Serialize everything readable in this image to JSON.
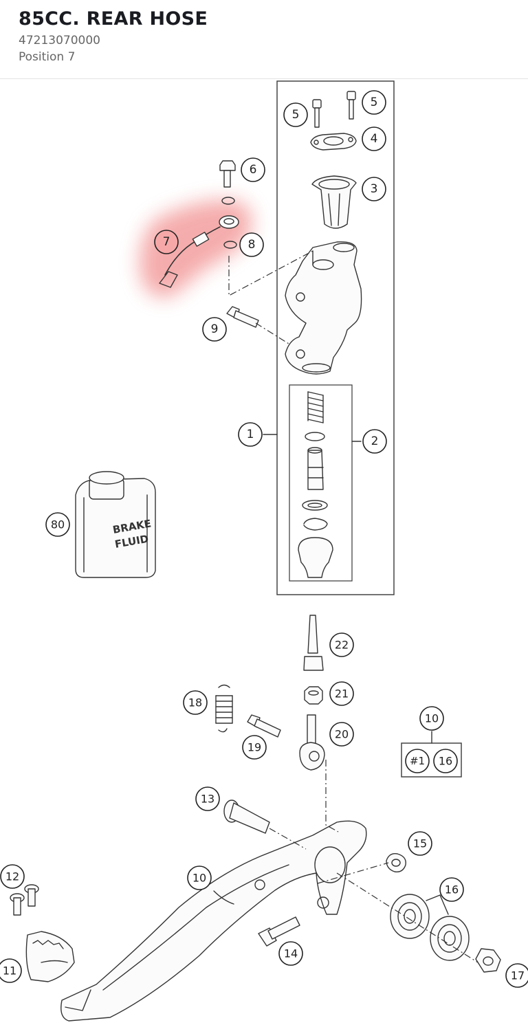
{
  "header": {
    "title": "85CC. REAR HOSE",
    "part_number": "47213070000",
    "position": "Position 7"
  },
  "highlight": {
    "position_label": "7",
    "color": "#f08080"
  },
  "fluid_label": {
    "line1": "BRAKE",
    "line2": "FLUID"
  },
  "callouts": {
    "c1": "1",
    "c2": "2",
    "c3": "3",
    "c4": "4",
    "c5a": "5",
    "c5b": "5",
    "c6": "6",
    "c7": "7",
    "c8": "8",
    "c9": "9",
    "c10a": "10",
    "c10b": "10",
    "c_hash1": "#1",
    "c16a": "16",
    "c11": "11",
    "c12": "12",
    "c13": "13",
    "c14": "14",
    "c15": "15",
    "c16b": "16",
    "c17": "17",
    "c18": "18",
    "c19": "19",
    "c20": "20",
    "c21": "21",
    "c22": "22",
    "c80": "80"
  }
}
